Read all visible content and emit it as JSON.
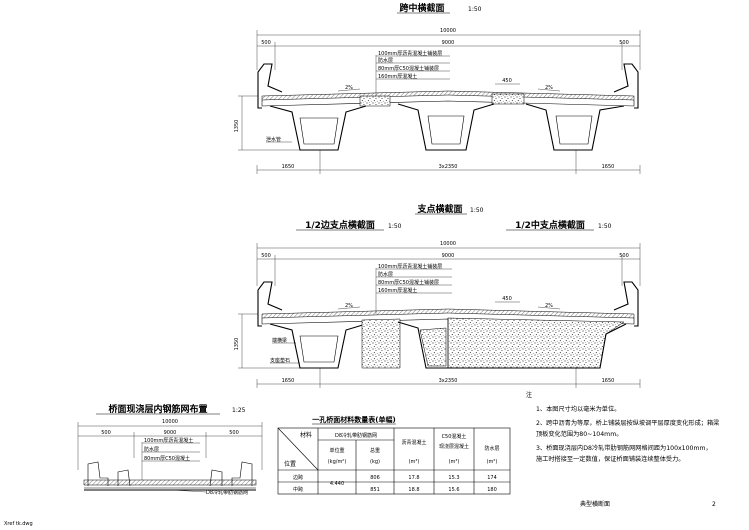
{
  "sheet": {
    "mid_section_title": "跨中横截面",
    "mid_section_scale": "1:50",
    "support_section_title": "支点横截面",
    "support_section_scale": "1:50",
    "half_side_support": "1/2边支点横截面",
    "half_side_scale": "1:50",
    "half_mid_support": "1/2中支点横截面",
    "half_mid_scale": "1:50",
    "detail_title": "桥面现浇层内钢筋网布置",
    "detail_scale": "1:25",
    "sheet_name": "典型横断面",
    "page_no": "2",
    "file_name": "Xref tk.dwg"
  },
  "mid_section": {
    "total_width": "10000",
    "left_edge": "500",
    "deck_width": "9000",
    "right_edge": "500",
    "layer1": "100mm厚沥青混凝土铺装层",
    "layer2": "防水层",
    "layer3": "80mm厚C50混凝土铺装层",
    "layer4": "160mm厚混凝土",
    "spacing": "450",
    "slope_left": "2%",
    "slope_right": "2%",
    "height": "1350",
    "bottom_left": "1650",
    "bottom_mid": "3x2350",
    "bottom_right": "1650",
    "drain_label": "泄水管"
  },
  "support_section": {
    "total_width": "10000",
    "left_edge": "500",
    "deck_width": "9000",
    "right_edge": "500",
    "layer1": "100mm厚沥青混凝土铺装层",
    "layer2": "防水层",
    "layer3": "80mm厚C50混凝土铺装层",
    "layer4": "160mm厚混凝土",
    "spacing": "450",
    "slope_left": "2%",
    "slope_right": "2%",
    "height": "1350",
    "bottom_left": "1650",
    "bottom_mid": "3x2350",
    "bottom_right": "1650",
    "label_a": "端横梁",
    "label_b": "支座垫石"
  },
  "detail": {
    "total": "10000",
    "left": "500",
    "mid": "9000",
    "right": "500",
    "layer1": "100mm厚沥青混凝土",
    "layer2": "防水层",
    "layer3": "80mm厚C50混凝土",
    "rebar": "D8冷轧带肋钢筋网"
  },
  "table": {
    "title": "一孔桥面材料数量表(单幅)",
    "h_material": "材料",
    "h_position": "位置",
    "h_rebar": "D8冷轧带肋钢筋网",
    "h_unit_weight": "单位重",
    "h_unit_weight_unit": "(kg/m²)",
    "h_total_weight": "总重",
    "h_total_weight_unit": "(kg)",
    "h_asphalt": "沥青混凝土",
    "h_asphalt_unit": "(m³)",
    "h_c50": "C50混凝土",
    "h_c50_sub": "现浇层混凝土",
    "h_c50_unit": "(m³)",
    "h_water": "防水层",
    "h_water_unit": "(m²)",
    "rows": [
      {
        "pos": "边跨",
        "uw": "4.440",
        "tw": "806",
        "asphalt": "17.8",
        "c50": "15.3",
        "water": "174"
      },
      {
        "pos": "中跨",
        "uw": "",
        "tw": "851",
        "asphalt": "18.8",
        "c50": "15.6",
        "water": "180"
      }
    ]
  },
  "notes": {
    "head": "注",
    "n1": "1、本图尺寸均以毫米为单位。",
    "n2": "2、跨中沥青为等厚，桥上铺装层按纵坡调平层厚度变化形成；箱梁",
    "n2b": "   顶板变化范围为80~104mm。",
    "n3": "3、桥面现浇层内D8冷轧带肋钢筋网网格间距为100x100mm，",
    "n3b": "   施工时搭接至一定数值，保证桥面铺装连续整体受力。"
  }
}
